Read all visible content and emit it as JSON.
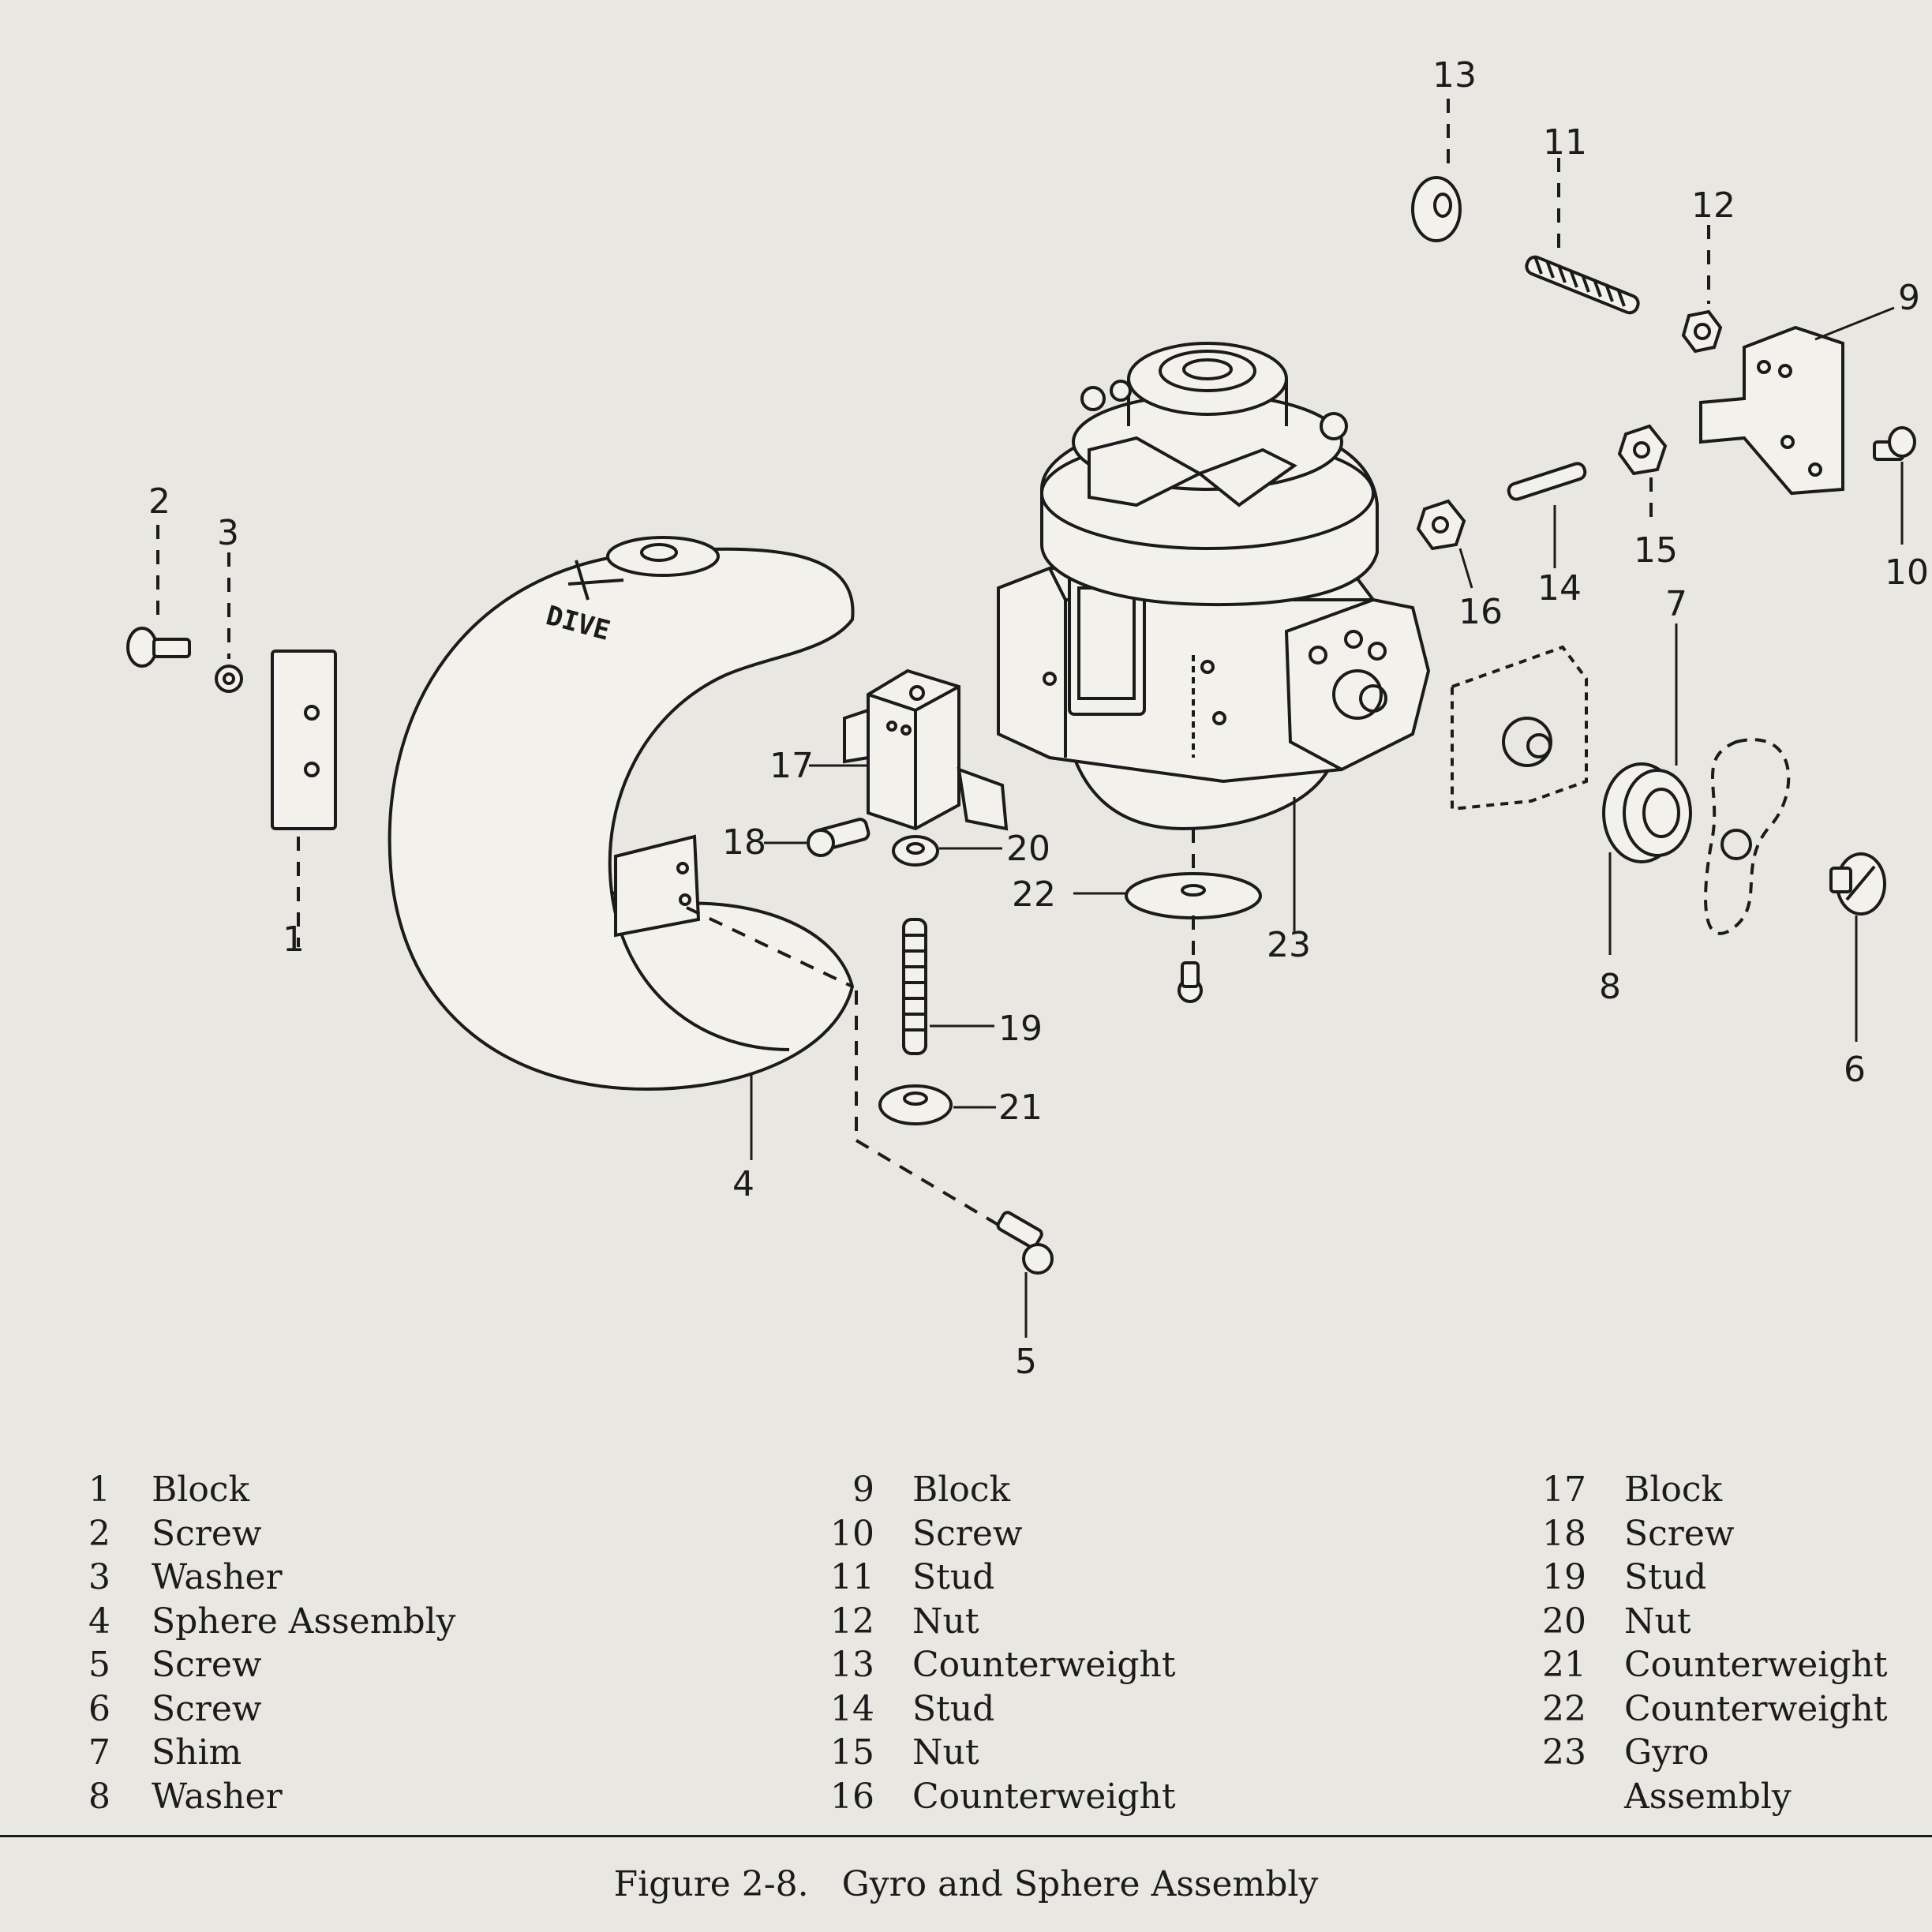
{
  "diagram": {
    "dive_label": "DIVE",
    "callouts": [
      "1",
      "2",
      "3",
      "4",
      "5",
      "6",
      "7",
      "8",
      "9",
      "10",
      "11",
      "12",
      "13",
      "14",
      "15",
      "16",
      "17",
      "18",
      "19",
      "20",
      "21",
      "22",
      "23"
    ]
  },
  "parts_list": {
    "column_1": [
      {
        "num": "1",
        "name": "Block"
      },
      {
        "num": "2",
        "name": "Screw"
      },
      {
        "num": "3",
        "name": "Washer"
      },
      {
        "num": "4",
        "name": "Sphere Assembly"
      },
      {
        "num": "5",
        "name": "Screw"
      },
      {
        "num": "6",
        "name": "Screw"
      },
      {
        "num": "7",
        "name": "Shim"
      },
      {
        "num": "8",
        "name": "Washer"
      }
    ],
    "column_2": [
      {
        "num": "9",
        "name": "Block"
      },
      {
        "num": "10",
        "name": "Screw"
      },
      {
        "num": "11",
        "name": "Stud"
      },
      {
        "num": "12",
        "name": "Nut"
      },
      {
        "num": "13",
        "name": "Counterweight"
      },
      {
        "num": "14",
        "name": "Stud"
      },
      {
        "num": "15",
        "name": "Nut"
      },
      {
        "num": "16",
        "name": "Counterweight"
      }
    ],
    "column_3": [
      {
        "num": "17",
        "name": "Block"
      },
      {
        "num": "18",
        "name": "Screw"
      },
      {
        "num": "19",
        "name": "Stud"
      },
      {
        "num": "20",
        "name": "Nut"
      },
      {
        "num": "21",
        "name": "Counterweight"
      },
      {
        "num": "22",
        "name": "Counterweight"
      },
      {
        "num": "23",
        "name": "Gyro"
      },
      {
        "num": "",
        "name": "Assembly"
      }
    ]
  },
  "caption": "Figure 2-8.   Gyro and Sphere Assembly",
  "colors": {
    "paper": "#e9e7e2",
    "ink": "#1b1b1b",
    "bleed": "#c9c7c1"
  }
}
